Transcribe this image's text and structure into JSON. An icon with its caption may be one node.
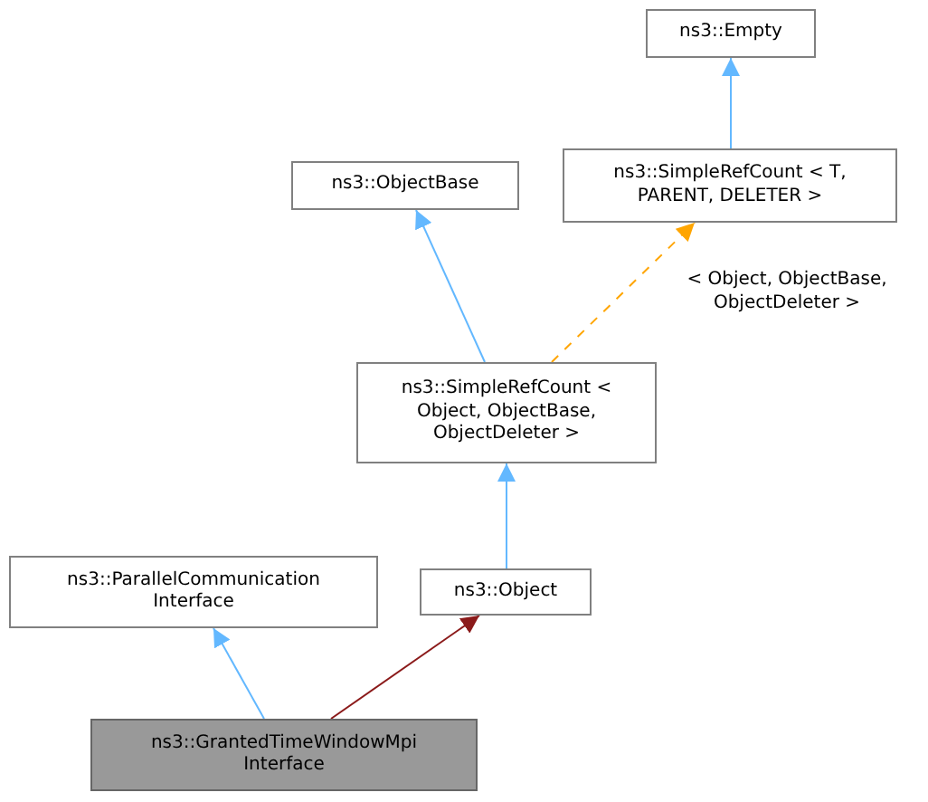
{
  "diagram": {
    "nodes": [
      {
        "text": [
          "ns3::Empty"
        ]
      },
      {
        "text": [
          "ns3::SimpleRefCount < T, PARENT, DELETER >"
        ]
      },
      {
        "text": [
          "ns3::ObjectBase"
        ]
      },
      {
        "text": [
          "ns3::SimpleRefCount < Object, ObjectBase, ObjectDeleter >"
        ]
      },
      {
        "text": [
          "ns3::ParallelCommunication Interface"
        ]
      },
      {
        "text": [
          "ns3::Object"
        ]
      },
      {
        "text": [
          "ns3::GrantedTimeWindowMpi Interface"
        ]
      }
    ],
    "edges": [
      {
        "from": 1,
        "to": 0,
        "arrow": "to",
        "color": "#63b8ff"
      },
      {
        "from": 3,
        "to": 2,
        "arrow": "to",
        "color": "#63b8ff"
      },
      {
        "from": 3,
        "to": 1,
        "arrow": "to",
        "style": "dashed",
        "color": "#ffa500",
        "label": "< Object, ObjectBase, ObjectDeleter >"
      },
      {
        "from": 5,
        "to": 3,
        "arrow": "to",
        "color": "#63b8ff"
      },
      {
        "from": 6,
        "to": 4,
        "arrow": "to",
        "color": "#63b8ff"
      },
      {
        "from": 6,
        "to": 5,
        "arrow": "to",
        "color": "#8b1a1a"
      }
    ]
  }
}
